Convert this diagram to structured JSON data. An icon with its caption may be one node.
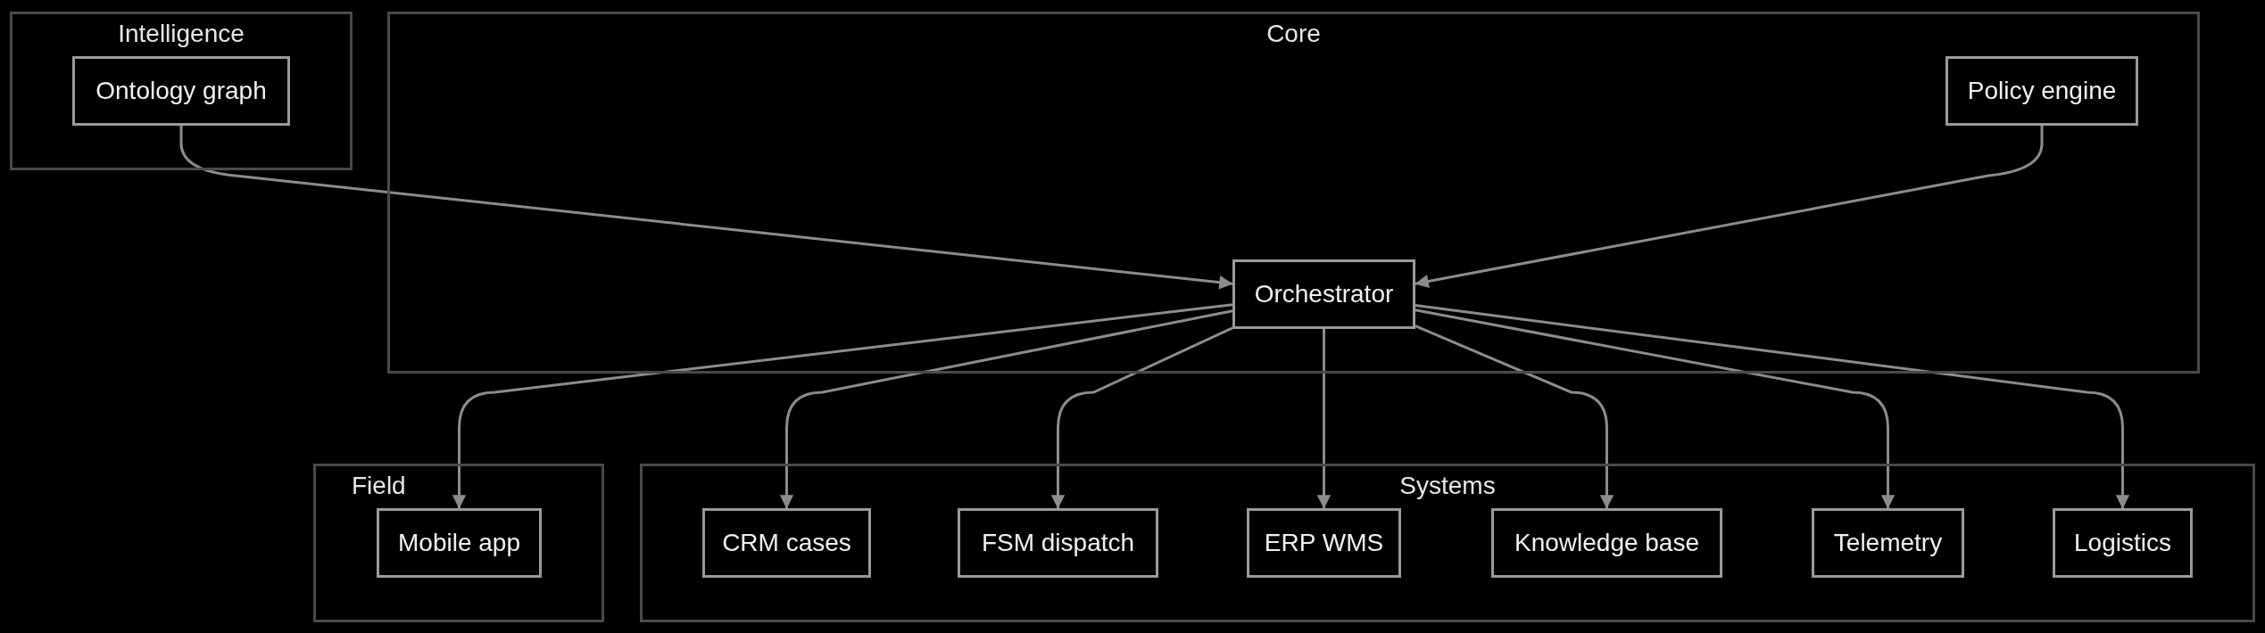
{
  "diagram": {
    "nodes": [
      {
        "text": [
          "Intelligence"
        ]
      },
      {
        "text": [
          "Ontology graph"
        ],
        "in": 0
      },
      {
        "text": [
          "Core"
        ]
      },
      {
        "text": [
          "Policy engine"
        ],
        "in": 2
      },
      {
        "text": [
          "Orchestrator"
        ],
        "in": 2
      },
      {
        "text": [
          "Field"
        ]
      },
      {
        "text": [
          "Mobile app"
        ],
        "in": 5
      },
      {
        "text": [
          "Systems"
        ]
      },
      {
        "text": [
          "CRM cases"
        ],
        "in": 7
      },
      {
        "text": [
          "FSM dispatch"
        ],
        "in": 7
      },
      {
        "text": [
          "ERP WMS"
        ],
        "in": 7
      },
      {
        "text": [
          "Knowledge base"
        ],
        "in": 7
      },
      {
        "text": [
          "Telemetry"
        ],
        "in": 7
      },
      {
        "text": [
          "Logistics"
        ],
        "in": 7
      }
    ],
    "edges": [
      {
        "from": 1,
        "to": 4,
        "arrow": "to"
      },
      {
        "from": 3,
        "to": 4,
        "arrow": "to"
      },
      {
        "from": 4,
        "to": 6,
        "arrow": "to"
      },
      {
        "from": 4,
        "to": 8,
        "arrow": "to"
      },
      {
        "from": 4,
        "to": 9,
        "arrow": "to"
      },
      {
        "from": 4,
        "to": 10,
        "arrow": "to"
      },
      {
        "from": 4,
        "to": 11,
        "arrow": "to"
      },
      {
        "from": 4,
        "to": 12,
        "arrow": "to"
      },
      {
        "from": 4,
        "to": 13,
        "arrow": "to"
      }
    ]
  }
}
